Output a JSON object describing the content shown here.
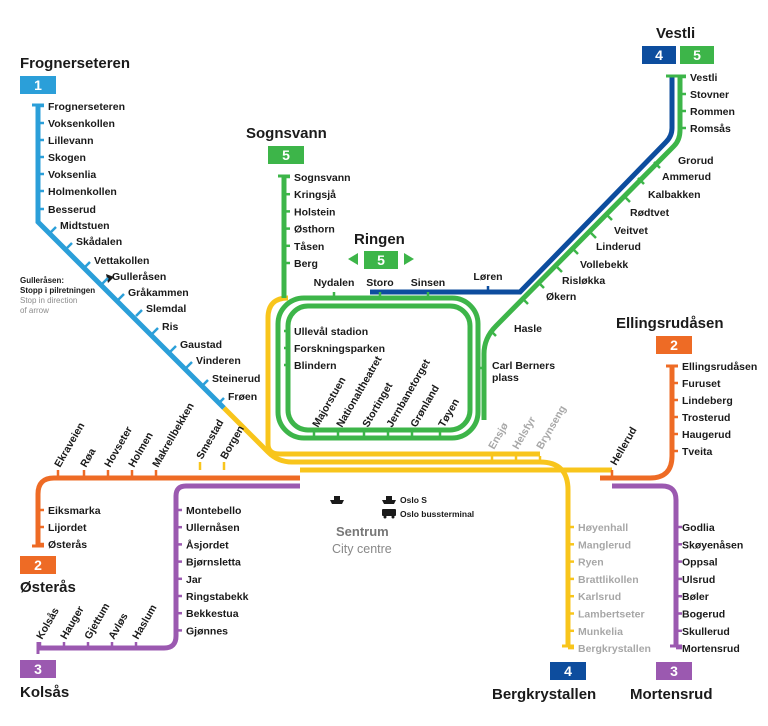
{
  "colors": {
    "line1": "#2b9fd9",
    "line2": "#ee6b25",
    "line3": "#9b59b0",
    "line4": "#0d4d9e",
    "line5": "#3db549",
    "common": "#f8c51c"
  },
  "terminals": {
    "frognerseteren": {
      "title": "Frognerseteren",
      "badge": "1"
    },
    "vestli": {
      "title": "Vestli",
      "badge_a": "4",
      "badge_b": "5"
    },
    "sognsvann": {
      "title": "Sognsvann",
      "badge": "5"
    },
    "ringen": {
      "title": "Ringen",
      "badge": "5"
    },
    "ellingsrudasen": {
      "title": "Ellingsrudåsen",
      "badge": "2"
    },
    "osteras": {
      "title": "Østerås",
      "badge": "2"
    },
    "kolsas": {
      "title": "Kolsås",
      "badge": "3"
    },
    "bergkrystallen": {
      "title": "Bergkrystallen",
      "badge": "4"
    },
    "mortensrud": {
      "title": "Mortensrud",
      "badge": "3"
    }
  },
  "line1_stations": [
    "Frognerseteren",
    "Voksenkollen",
    "Lillevann",
    "Skogen",
    "Voksenlia",
    "Holmenkollen",
    "Besserud",
    "Midtstuen",
    "Skådalen",
    "Vettakollen",
    "Gulleråsen",
    "Gråkammen",
    "Slemdal",
    "Ris",
    "Gaustad",
    "Vinderen",
    "Steinerud",
    "Frøen"
  ],
  "gulleraasen_note": {
    "line1": "Gulleråsen:",
    "line2": "Stopp i pilretningen",
    "line3": "Stop in direction",
    "line4": "of arrow"
  },
  "line5_sognsvann_stations": [
    "Sognsvann",
    "Kringsjå",
    "Holstein",
    "Østhorn",
    "Tåsen",
    "Berg"
  ],
  "ring_top_stations": [
    "Nydalen",
    "Storo",
    "Sinsen",
    "Løren"
  ],
  "ring_left_stations": [
    "Ullevål stadion",
    "Forskningsparken",
    "Blindern"
  ],
  "ring_right_station": "Carl Berners plass",
  "vestli_stations": [
    "Vestli",
    "Stovner",
    "Rommen",
    "Romsås",
    "Grorud",
    "Ammerud",
    "Kalbakken",
    "Rødtvet",
    "Veitvet",
    "Linderud",
    "Vollebekk",
    "Risløkka",
    "Økern",
    "Hasle"
  ],
  "centre_stations": [
    "Majorstuen",
    "Nationaltheatret",
    "Stortinget",
    "Jernbanetorget",
    "Grønland",
    "Tøyen"
  ],
  "east_gray_stations": [
    "Ensjø",
    "Helsfyr",
    "Brynseng"
  ],
  "hellerud": "Hellerud",
  "ellingsrudasen_stations": [
    "Ellingsrudåsen",
    "Furuset",
    "Lindeberg",
    "Trosterud",
    "Haugerud",
    "Tveita"
  ],
  "west_common_stations": [
    "Ekraveien",
    "Røa",
    "Hovseter",
    "Holmen",
    "Makrellbekken",
    "Smestad",
    "Borgen"
  ],
  "osteras_stations": [
    "Eiksmarka",
    "Lijordet",
    "Østerås"
  ],
  "kolsas_branch_stations": [
    "Montebello",
    "Ullernåsen",
    "Åsjordet",
    "Bjørnsletta",
    "Jar",
    "Ringstabekk",
    "Bekkestua",
    "Gjønnes"
  ],
  "kolsas_stations": [
    "Kolsås",
    "Hauger",
    "Gjettum",
    "Avløs",
    "Haslum"
  ],
  "bergkrystallen_stations": [
    "Høyenhall",
    "Manglerud",
    "Ryen",
    "Brattlikollen",
    "Karlsrud",
    "Lambertseter",
    "Munkelia",
    "Bergkrystallen"
  ],
  "mortensrud_stations": [
    "Godlia",
    "Skøyenåsen",
    "Oppsal",
    "Ulsrud",
    "Bøler",
    "Bogerud",
    "Skullerud",
    "Mortensrud"
  ],
  "oslo_s": "Oslo S",
  "bus_terminal": "Oslo bussterminal",
  "centrum": {
    "no": "Sentrum",
    "en": "City centre"
  }
}
